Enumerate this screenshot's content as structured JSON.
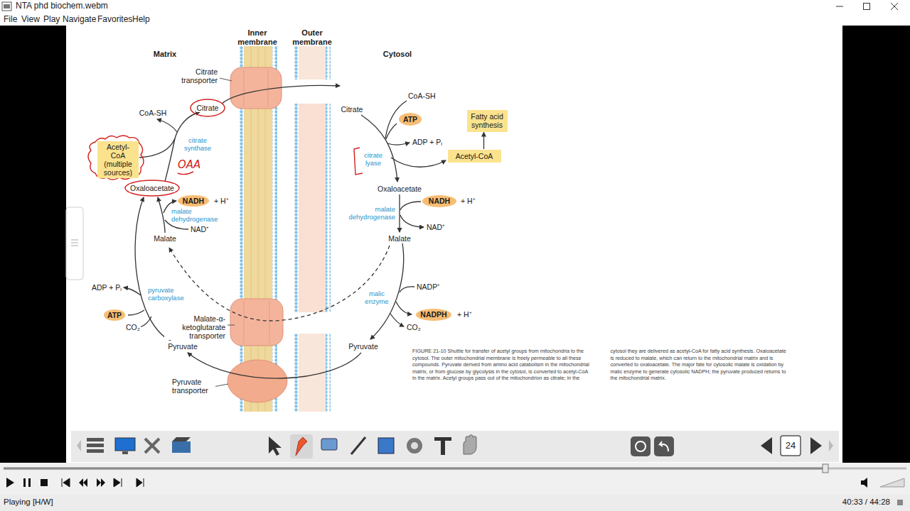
{
  "diagram": {
    "title": "NTA phd biochem.webm",
    "caption": "FIGURE 21-10 Shuttle for transfer of acetyl groups from mitochondria to the cytosol. The outer mitochondrial membrane is freely permeable to all these compounds. Pyruvate derived from amino acid catabolism in the mitochondrial matrix, or from glucose by glycolysis in the cytosol, is converted to acetyl-CoA in the matrix. Acetyl groups pass out of the mitochondrion as citrate; in the cytosol they are delivered as acetyl-CoA for fatty acid synthesis. Oxaloacetate is reduced to malate, which can return to the mitochondrial matrix and is converted to oxaloacetate. The major fate for cytosolic malate is oxidation by malic enzyme to generate cytosolic NADPH; the pyruvate produced returns to the mitochondrial matrix.",
    "nodes": [
      {
        "text": [
          "Acetyl-CoA (multiple sources)"
        ]
      },
      {
        "text": [
          "NADH"
        ]
      },
      {
        "text": [
          "ATP"
        ]
      },
      {
        "text": [
          "ATP"
        ]
      },
      {
        "text": [
          "Fatty acid synthesis"
        ]
      },
      {
        "text": [
          "Acetyl-CoA"
        ]
      },
      {
        "text": [
          "NADH"
        ]
      },
      {
        "text": [
          "NADPH"
        ]
      }
    ],
    "edges": [
      {
        "from": 5,
        "to": 4,
        "arrow": "to"
      }
    ],
    "labels": [
      "File",
      "View",
      "Play",
      "Navigate",
      "Favorites",
      "Help",
      "Matrix",
      "Inner membrane",
      "Outer membrane",
      "Cytosol",
      "Citrate transporter",
      "Citrate",
      "CoA-SH",
      "citrate synthase",
      "OAA",
      "Oxaloacetate",
      "+ H⁺",
      "malate dehydrogenase",
      "NAD⁺",
      "Malate",
      "ADP + Pᵢ",
      "pyruvate carboxylase",
      "CO₂",
      "Malate-α-ketoglutarate transporter",
      "Pyruvate",
      "Pyruvate transporter",
      "Citrate",
      "CoA-SH",
      "ADP + Pᵢ",
      "citrate lyase",
      "Oxaloacetate",
      "+ H⁺",
      "malate dehydrogenase",
      "NAD⁺",
      "Malate",
      "NADP⁺",
      "malic enzyme",
      "+ H⁺",
      "CO₂",
      "Pyruvate",
      "24",
      "Playing [H/W]",
      "40:33 / 44:28"
    ]
  }
}
